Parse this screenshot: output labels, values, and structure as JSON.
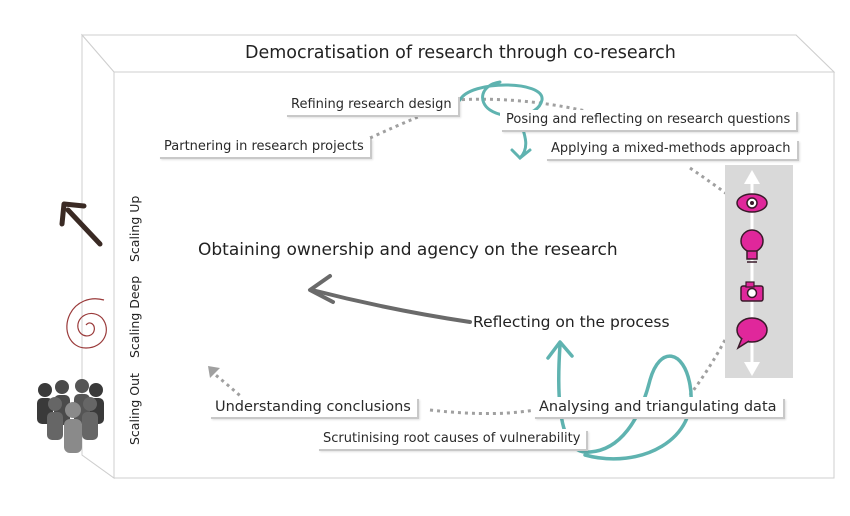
{
  "diagram": {
    "title": "Democratisation of research through co-research",
    "centre_text": "Obtaining ownership and agency on the research",
    "reflecting": "Reflecting on the process",
    "steps": {
      "refining": "Refining research design",
      "partnering": "Partnering in research projects",
      "posing": "Posing and reflecting on research questions",
      "applying": "Applying a mixed-methods approach",
      "understanding": "Understanding conclusions",
      "analysing": "Analysing and triangulating data",
      "scrutinising": "Scrutinising root causes of vulnerability"
    },
    "side_labels": {
      "scaling_up": "Scaling Up",
      "scaling_deep": "Scaling Deep",
      "scaling_out": "Scaling Out"
    },
    "icons": [
      "eye-icon",
      "lightbulb-icon",
      "camera-icon",
      "speech-bubble-icon",
      "people-group-icon",
      "spiral-icon",
      "up-arrow-icon"
    ],
    "colors": {
      "teal": "#5fb3b0",
      "magenta": "#e0279b",
      "grey_arrow": "#666666",
      "dotted": "#999999",
      "panel": "#d9d9d9",
      "dark_arrow": "#3a2a24",
      "spiral": "#9a3a3a"
    }
  }
}
